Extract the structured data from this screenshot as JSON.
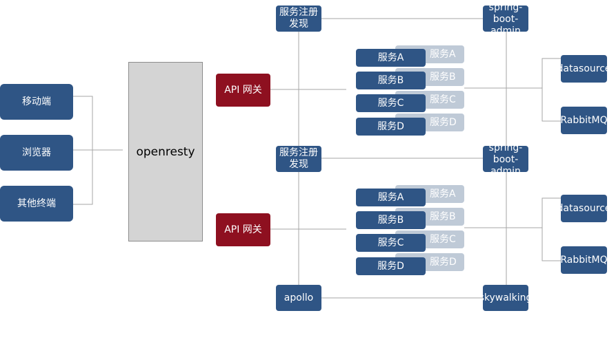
{
  "clients": [
    "移动端",
    "浏览器",
    "其他终端"
  ],
  "openresty": "openresty",
  "clusters": [
    {
      "gateway": "API 网关",
      "registry": "服务注册发现",
      "boot": "spring-boot-admin",
      "services": [
        "服务A",
        "服务B",
        "服务C",
        "服务D"
      ],
      "ghost_services": [
        "服务A",
        "服务B",
        "服务C",
        "服务D"
      ],
      "datasource": "datasource",
      "mq": "RabbitMQ"
    },
    {
      "gateway": "API 网关",
      "registry": "服务注册发现",
      "boot": "spring-boot-admin",
      "services": [
        "服务A",
        "服务B",
        "服务C",
        "服务D"
      ],
      "ghost_services": [
        "服务A",
        "服务B",
        "服务C",
        "服务D"
      ],
      "datasource": "datasource",
      "mq": "RabbitMQ"
    }
  ],
  "apollo": "apollo",
  "skywalking": "skywalking",
  "colors": {
    "node_blue": "#2f5585",
    "gateway_red": "#8e1020",
    "ghost": "#bfcad7",
    "openresty_gray": "#d4d4d4",
    "line": "#a6a6a6"
  }
}
